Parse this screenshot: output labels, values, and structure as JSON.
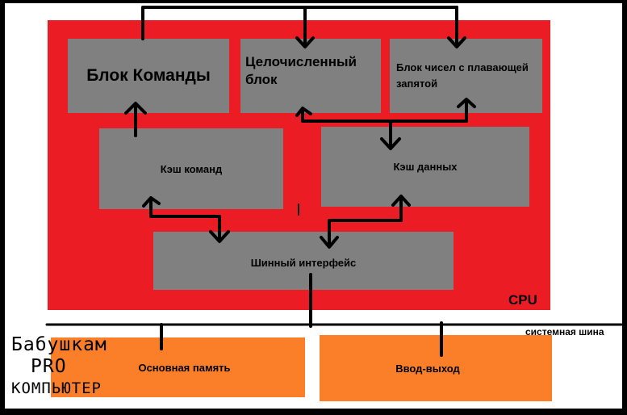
{
  "cpu": {
    "label": "CPU"
  },
  "blocks": {
    "instruction_unit": "Блок Команды",
    "integer_unit": "Целочисленный блок",
    "fpu": "Блок чисел с плавающей запятой",
    "instruction_cache": "Кэш команд",
    "data_cache": "Кэш данных",
    "bus_interface": "Шинный интерфейс",
    "main_memory": "Основная память",
    "io": "Ввод-выход"
  },
  "system_bus": {
    "label": "системная шина"
  },
  "logo": {
    "line1": "Бабушкам",
    "line2": "PRO",
    "line3": "КОМПЬЮТЕР"
  },
  "colors": {
    "cpu": "#ec1c24",
    "block": "#808080",
    "external": "#fb7f28",
    "line": "#000000"
  }
}
